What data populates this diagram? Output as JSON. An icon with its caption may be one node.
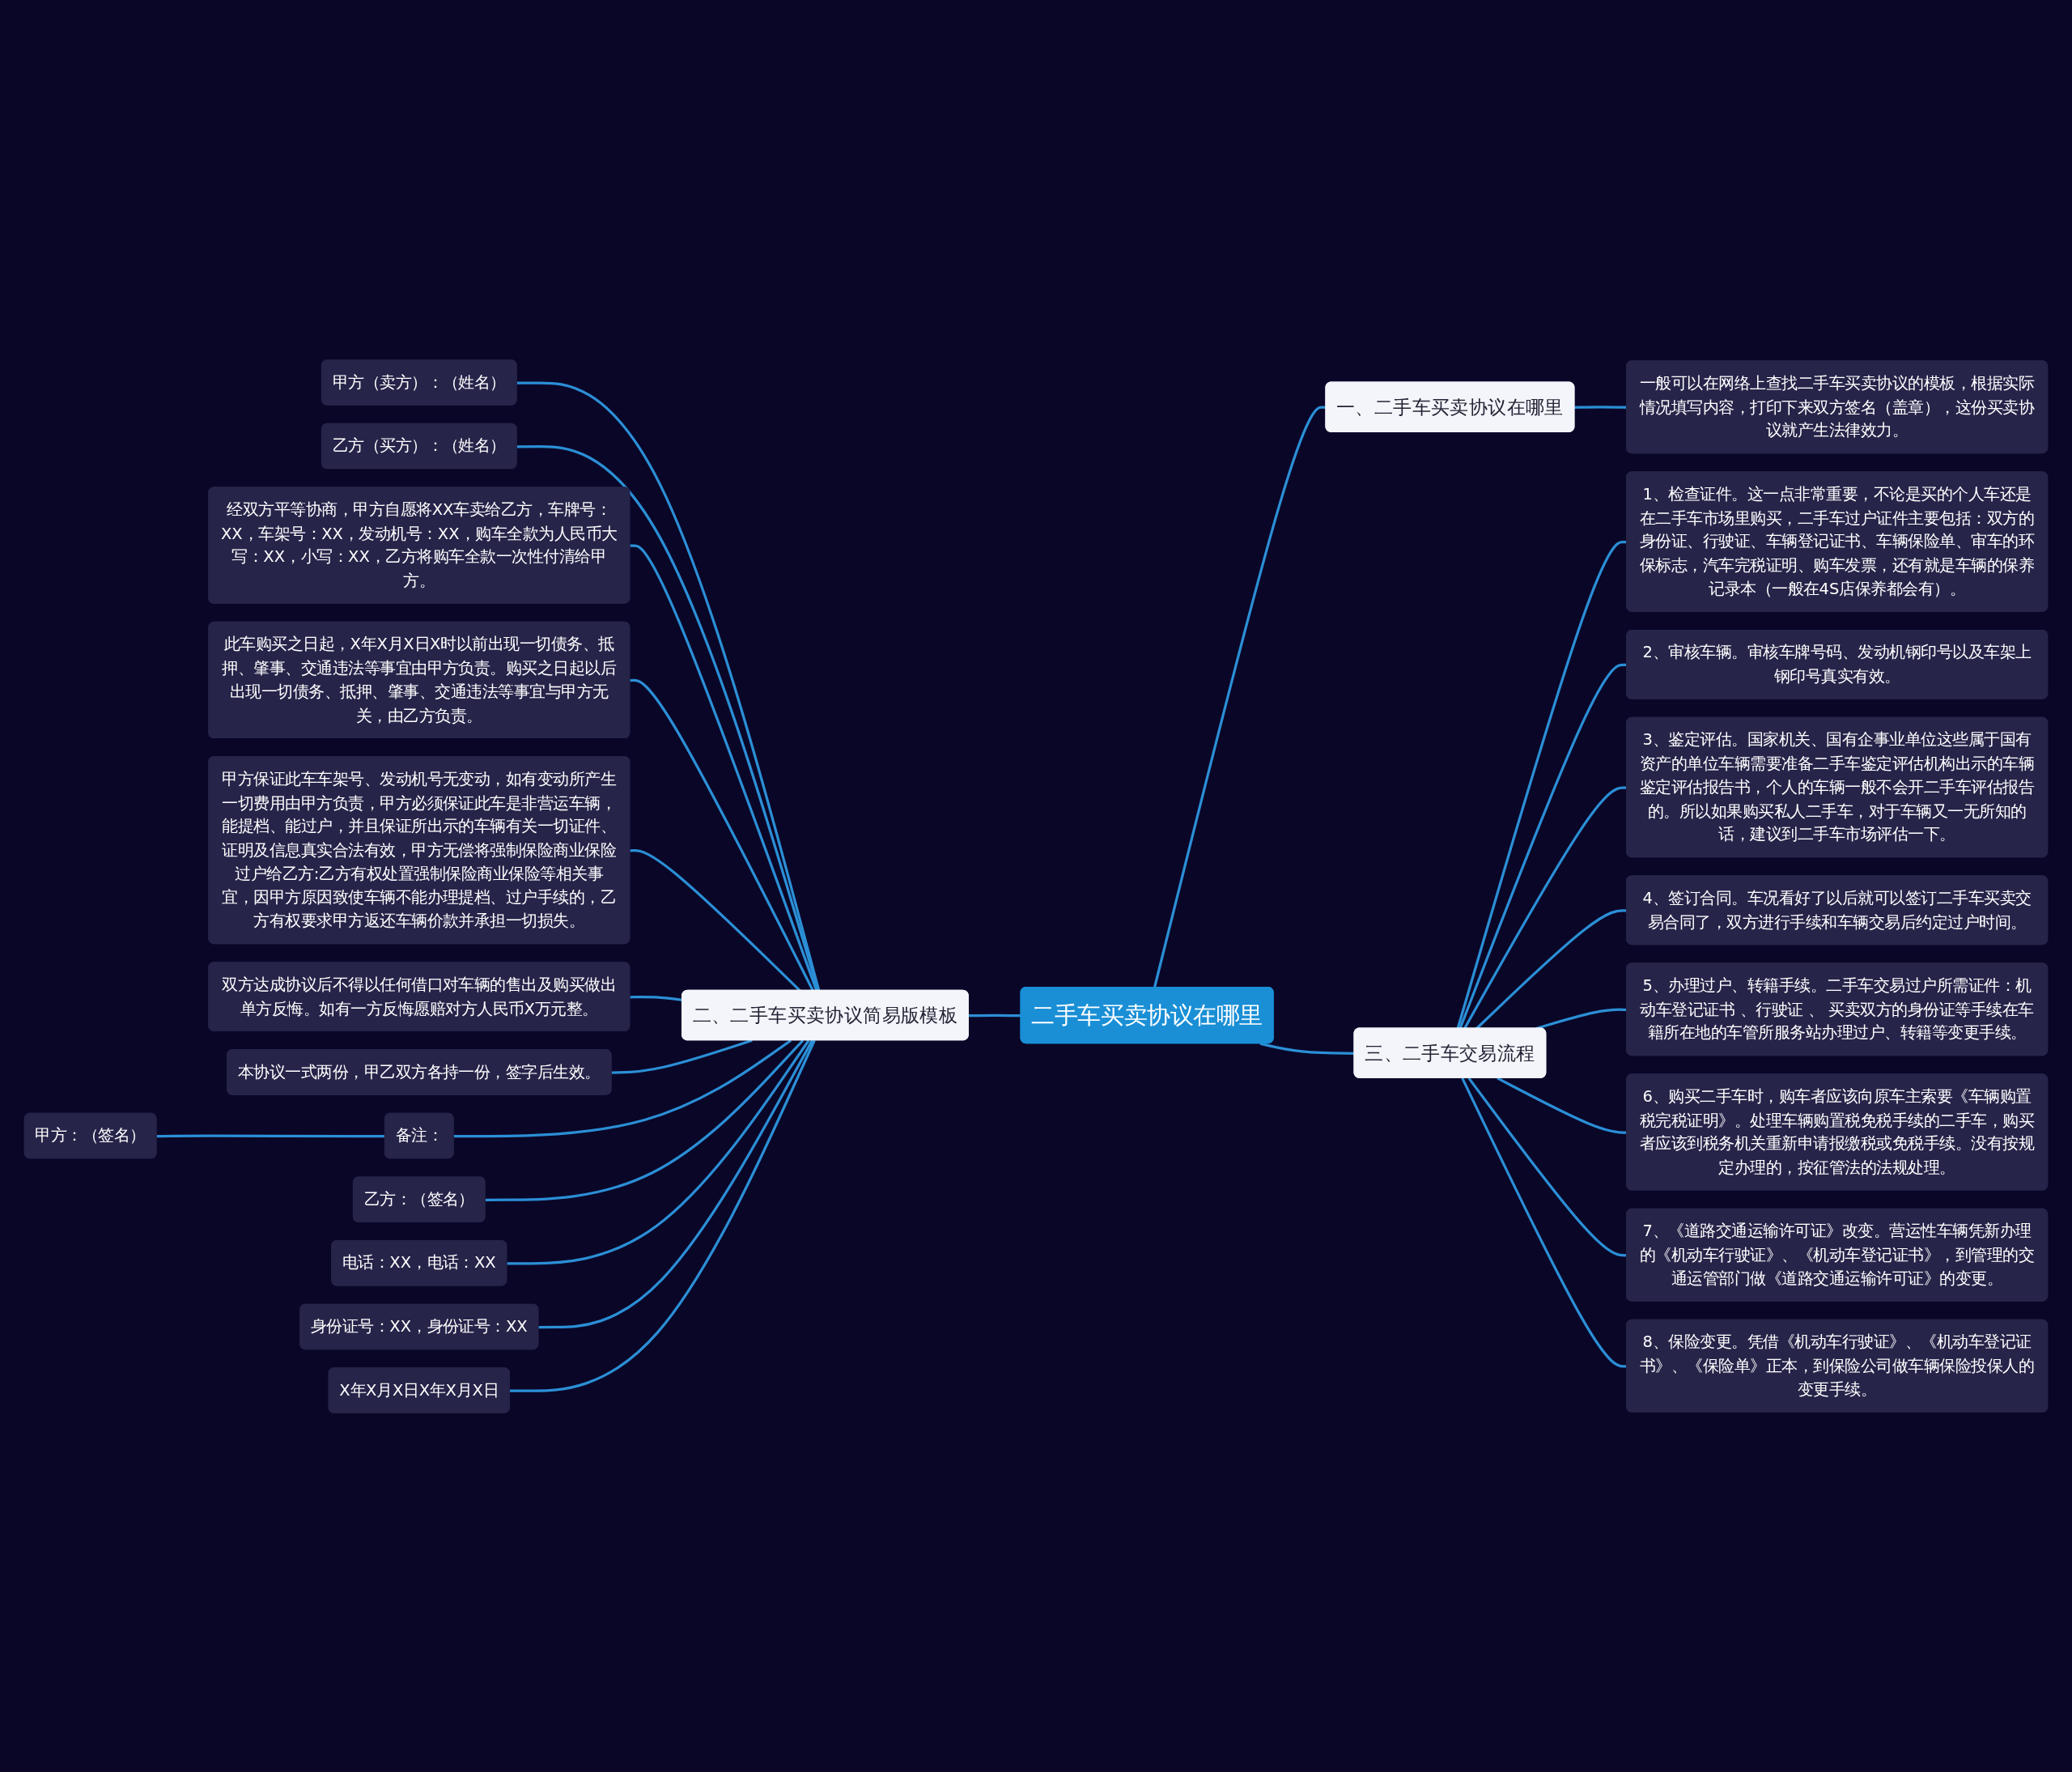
{
  "diagram": {
    "nodes": [
      {
        "text": [
          "二手车买卖协议在哪里"
        ]
      },
      {
        "text": [
          "二、二手车买卖协议简易版模板"
        ]
      },
      {
        "text": [
          "甲方（卖方）：（姓名）"
        ]
      },
      {
        "text": [
          "乙方（买方）：（姓名）"
        ]
      },
      {
        "text": [
          "经双方平等协商，甲方自愿将XX车卖给乙方，车牌号：XX，车架号：XX，发动机号：XX，购车全款为人民币大写：XX，小写：XX，乙方将购车全款一次性付清给甲方。"
        ]
      },
      {
        "text": [
          "此车购买之日起，X年X月X日X时以前出现一切债务、抵押、肇事、交通违法等事宜由甲方负责。购买之日起以后出现一切债务、抵押、肇事、交通违法等事宜与甲方无关，由乙方负责。"
        ]
      },
      {
        "text": [
          "甲方保证此车车架号、发动机号无变动，如有变动所产生一切费用由甲方负责，甲方必须保证此车是非营运车辆，能提档、能过户，并且保证所出示的车辆有关一切证件、证明及信息真实合法有效，甲方无偿将强制保险商业保险过户给乙方:乙方有权处置强制保险商业保险等相关事宜，因甲方原因致使车辆不能办理提档、过户手续的，乙方有权要求甲方返还车辆价款并承担一切损失。"
        ]
      },
      {
        "text": [
          "双方达成协议后不得以任何借口对车辆的售出及购买做出单方反悔。如有一方反悔愿赔对方人民币X万元整。"
        ]
      },
      {
        "text": [
          "本协议一式两份，甲乙双方各持一份，签字后生效。"
        ]
      },
      {
        "text": [
          "备注："
        ]
      },
      {
        "text": [
          "甲方：（签名）"
        ]
      },
      {
        "text": [
          "乙方：（签名）"
        ]
      },
      {
        "text": [
          "电话：XX，电话：XX"
        ]
      },
      {
        "text": [
          "身份证号：XX，身份证号：XX"
        ]
      },
      {
        "text": [
          "X年X月X日X年X月X日"
        ]
      },
      {
        "text": [
          "一、二手车买卖协议在哪里"
        ]
      },
      {
        "text": [
          "一般可以在网络上查找二手车买卖协议的模板，根据实际情况填写内容，打印下来双方签名（盖章），这份买卖协议就产生法律效力。"
        ]
      },
      {
        "text": [
          "三、二手车交易流程"
        ]
      },
      {
        "text": [
          "1、检查证件。这一点非常重要，不论是买的个人车还是在二手车市场里购买，二手车过户证件主要包括：双方的身份证、行驶证、车辆登记证书、车辆保险单、审车的环保标志，汽车完税证明、购车发票，还有就是车辆的保养记录本（一般在4S店保养都会有）。"
        ]
      },
      {
        "text": [
          "2、审核车辆。审核车牌号码、发动机钢印号以及车架上钢印号真实有效。"
        ]
      },
      {
        "text": [
          "3、鉴定评估。国家机关、国有企事业单位这些属于国有资产的单位车辆需要准备二手车鉴定评估机构出示的车辆鉴定评估报告书，个人的车辆一般不会开二手车评估报告的。所以如果购买私人二手车，对于车辆又一无所知的话，建议到二手车市场评估一下。"
        ]
      },
      {
        "text": [
          "4、签订合同。车况看好了以后就可以签订二手车买卖交易合同了，双方进行手续和车辆交易后约定过户时间。"
        ]
      },
      {
        "text": [
          "5、办理过户、转籍手续。二手车交易过户所需证件：机动车登记证书 、行驶证 、 买卖双方的身份证等手续在车籍所在地的车管所服务站办理过户、转籍等变更手续。"
        ]
      },
      {
        "text": [
          "6、购买二手车时，购车者应该向原车主索要《车辆购置税完税证明》。处理车辆购置税免税手续的二手车，购买者应该到税务机关重新申请报缴税或免税手续。没有按规定办理的，按征管法的法规处理。"
        ]
      },
      {
        "text": [
          "7、《道路交通运输许可证》改变。营运性车辆凭新办理的《机动车行驶证》、《机动车登记证书》，到管理的交通运管部门做《道路交通运输许可证》的变更。"
        ]
      },
      {
        "text": [
          "8、保险变更。凭借《机动车行驶证》、《机动车登记证书》、《保险单》正本，到保险公司做车辆保险投保人的变更手续。"
        ]
      }
    ],
    "edges": [
      {
        "from": 2,
        "to": 1,
        "arrow": "none"
      },
      {
        "from": 3,
        "to": 1,
        "arrow": "none"
      },
      {
        "from": 4,
        "to": 1,
        "arrow": "none"
      },
      {
        "from": 5,
        "to": 1,
        "arrow": "none"
      },
      {
        "from": 6,
        "to": 1,
        "arrow": "none"
      },
      {
        "from": 7,
        "to": 1,
        "arrow": "none"
      },
      {
        "from": 8,
        "to": 1,
        "arrow": "none"
      },
      {
        "from": 10,
        "to": 9,
        "arrow": "none"
      },
      {
        "from": 9,
        "to": 1,
        "arrow": "none"
      },
      {
        "from": 11,
        "to": 1,
        "arrow": "none"
      },
      {
        "from": 12,
        "to": 1,
        "arrow": "none"
      },
      {
        "from": 13,
        "to": 1,
        "arrow": "none"
      },
      {
        "from": 14,
        "to": 1,
        "arrow": "none"
      },
      {
        "from": 1,
        "to": 0,
        "arrow": "none"
      },
      {
        "from": 0,
        "to": 15,
        "arrow": "none"
      },
      {
        "from": 15,
        "to": 16,
        "arrow": "none"
      },
      {
        "from": 0,
        "to": 17,
        "arrow": "none"
      },
      {
        "from": 17,
        "to": 18,
        "arrow": "none"
      },
      {
        "from": 17,
        "to": 19,
        "arrow": "none"
      },
      {
        "from": 17,
        "to": 20,
        "arrow": "none"
      },
      {
        "from": 17,
        "to": 21,
        "arrow": "none"
      },
      {
        "from": 17,
        "to": 22,
        "arrow": "none"
      },
      {
        "from": 17,
        "to": 23,
        "arrow": "none"
      },
      {
        "from": 17,
        "to": 24,
        "arrow": "none"
      },
      {
        "from": 17,
        "to": 25,
        "arrow": "none"
      }
    ]
  }
}
